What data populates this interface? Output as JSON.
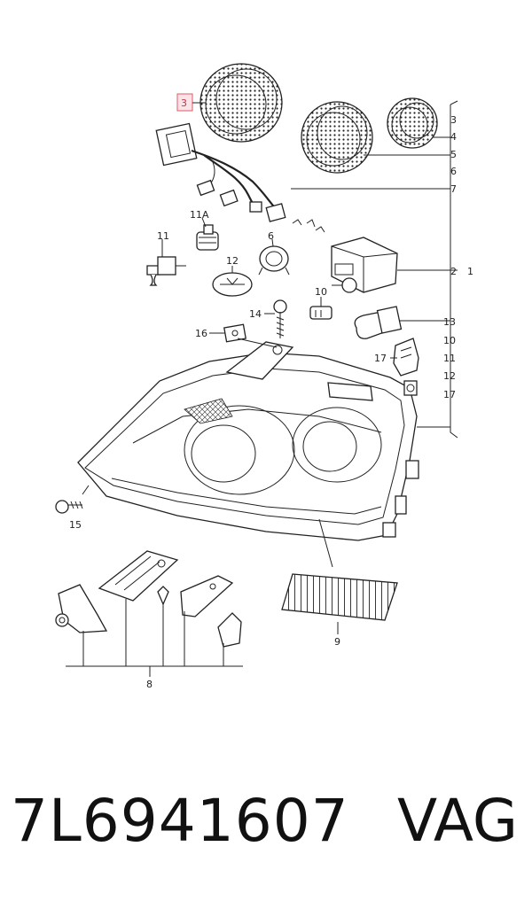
{
  "callouts": {
    "c3_highlight": "3",
    "c3_right": "3",
    "c4": "4",
    "c5": "5",
    "c6": "6",
    "c7": "7",
    "c2": "2",
    "c1": "1",
    "c11a": "11A",
    "c11": "11",
    "c6_left": "6",
    "c12": "12",
    "c10": "10",
    "c14": "14",
    "c16": "16",
    "c13": "13",
    "c10_right": "10",
    "c17": "17",
    "c11_right": "11",
    "c12_right": "12",
    "c17_right": "17",
    "c15": "15",
    "c9": "9",
    "c8": "8"
  },
  "footer": {
    "part_number": "7L6941607",
    "brand": "VAG"
  },
  "colors": {
    "highlight_border": "#e05a6a",
    "highlight_fill": "#fbe4e7",
    "line": "#222222"
  }
}
